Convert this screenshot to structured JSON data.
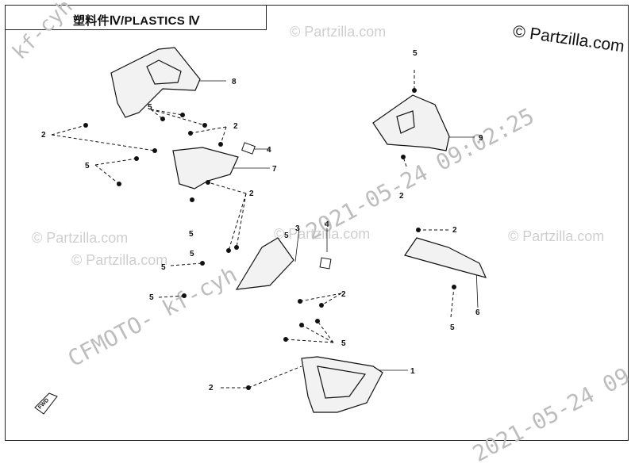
{
  "header": {
    "title": "塑料件Ⅳ/PLASTICS Ⅳ",
    "copyright": "© Partzilla.com"
  },
  "watermarks": {
    "partzilla_1": "© Partzilla.com",
    "partzilla_2": "© Partzilla.com",
    "partzilla_3": "© Partzilla.com",
    "partzilla_4": "© Partzilla.com",
    "partzilla_5": "© Partzilla.com",
    "stamp_1": "2021-05-24 09:02:25",
    "stamp_2": "CFMOTO- kf-cyh",
    "stamp_3": "2021-05-24 09",
    "stamp_4": "kf-cyh"
  },
  "callouts": {
    "c1": "1",
    "c2a": "2",
    "c2b": "2",
    "c2c": "2",
    "c2d": "2",
    "c2e": "2",
    "c2f": "2",
    "c2g": "2",
    "c3": "3",
    "c4a": "4",
    "c4b": "4",
    "c5a": "5",
    "c5b": "5",
    "c5c": "5",
    "c5d": "5",
    "c5e": "5",
    "c5f": "5",
    "c5g": "5",
    "c5h": "5",
    "c5i": "5",
    "c5j": "5",
    "c6": "6",
    "c7": "7",
    "c8": "8",
    "c9": "9"
  },
  "direction_marker": "FWD"
}
